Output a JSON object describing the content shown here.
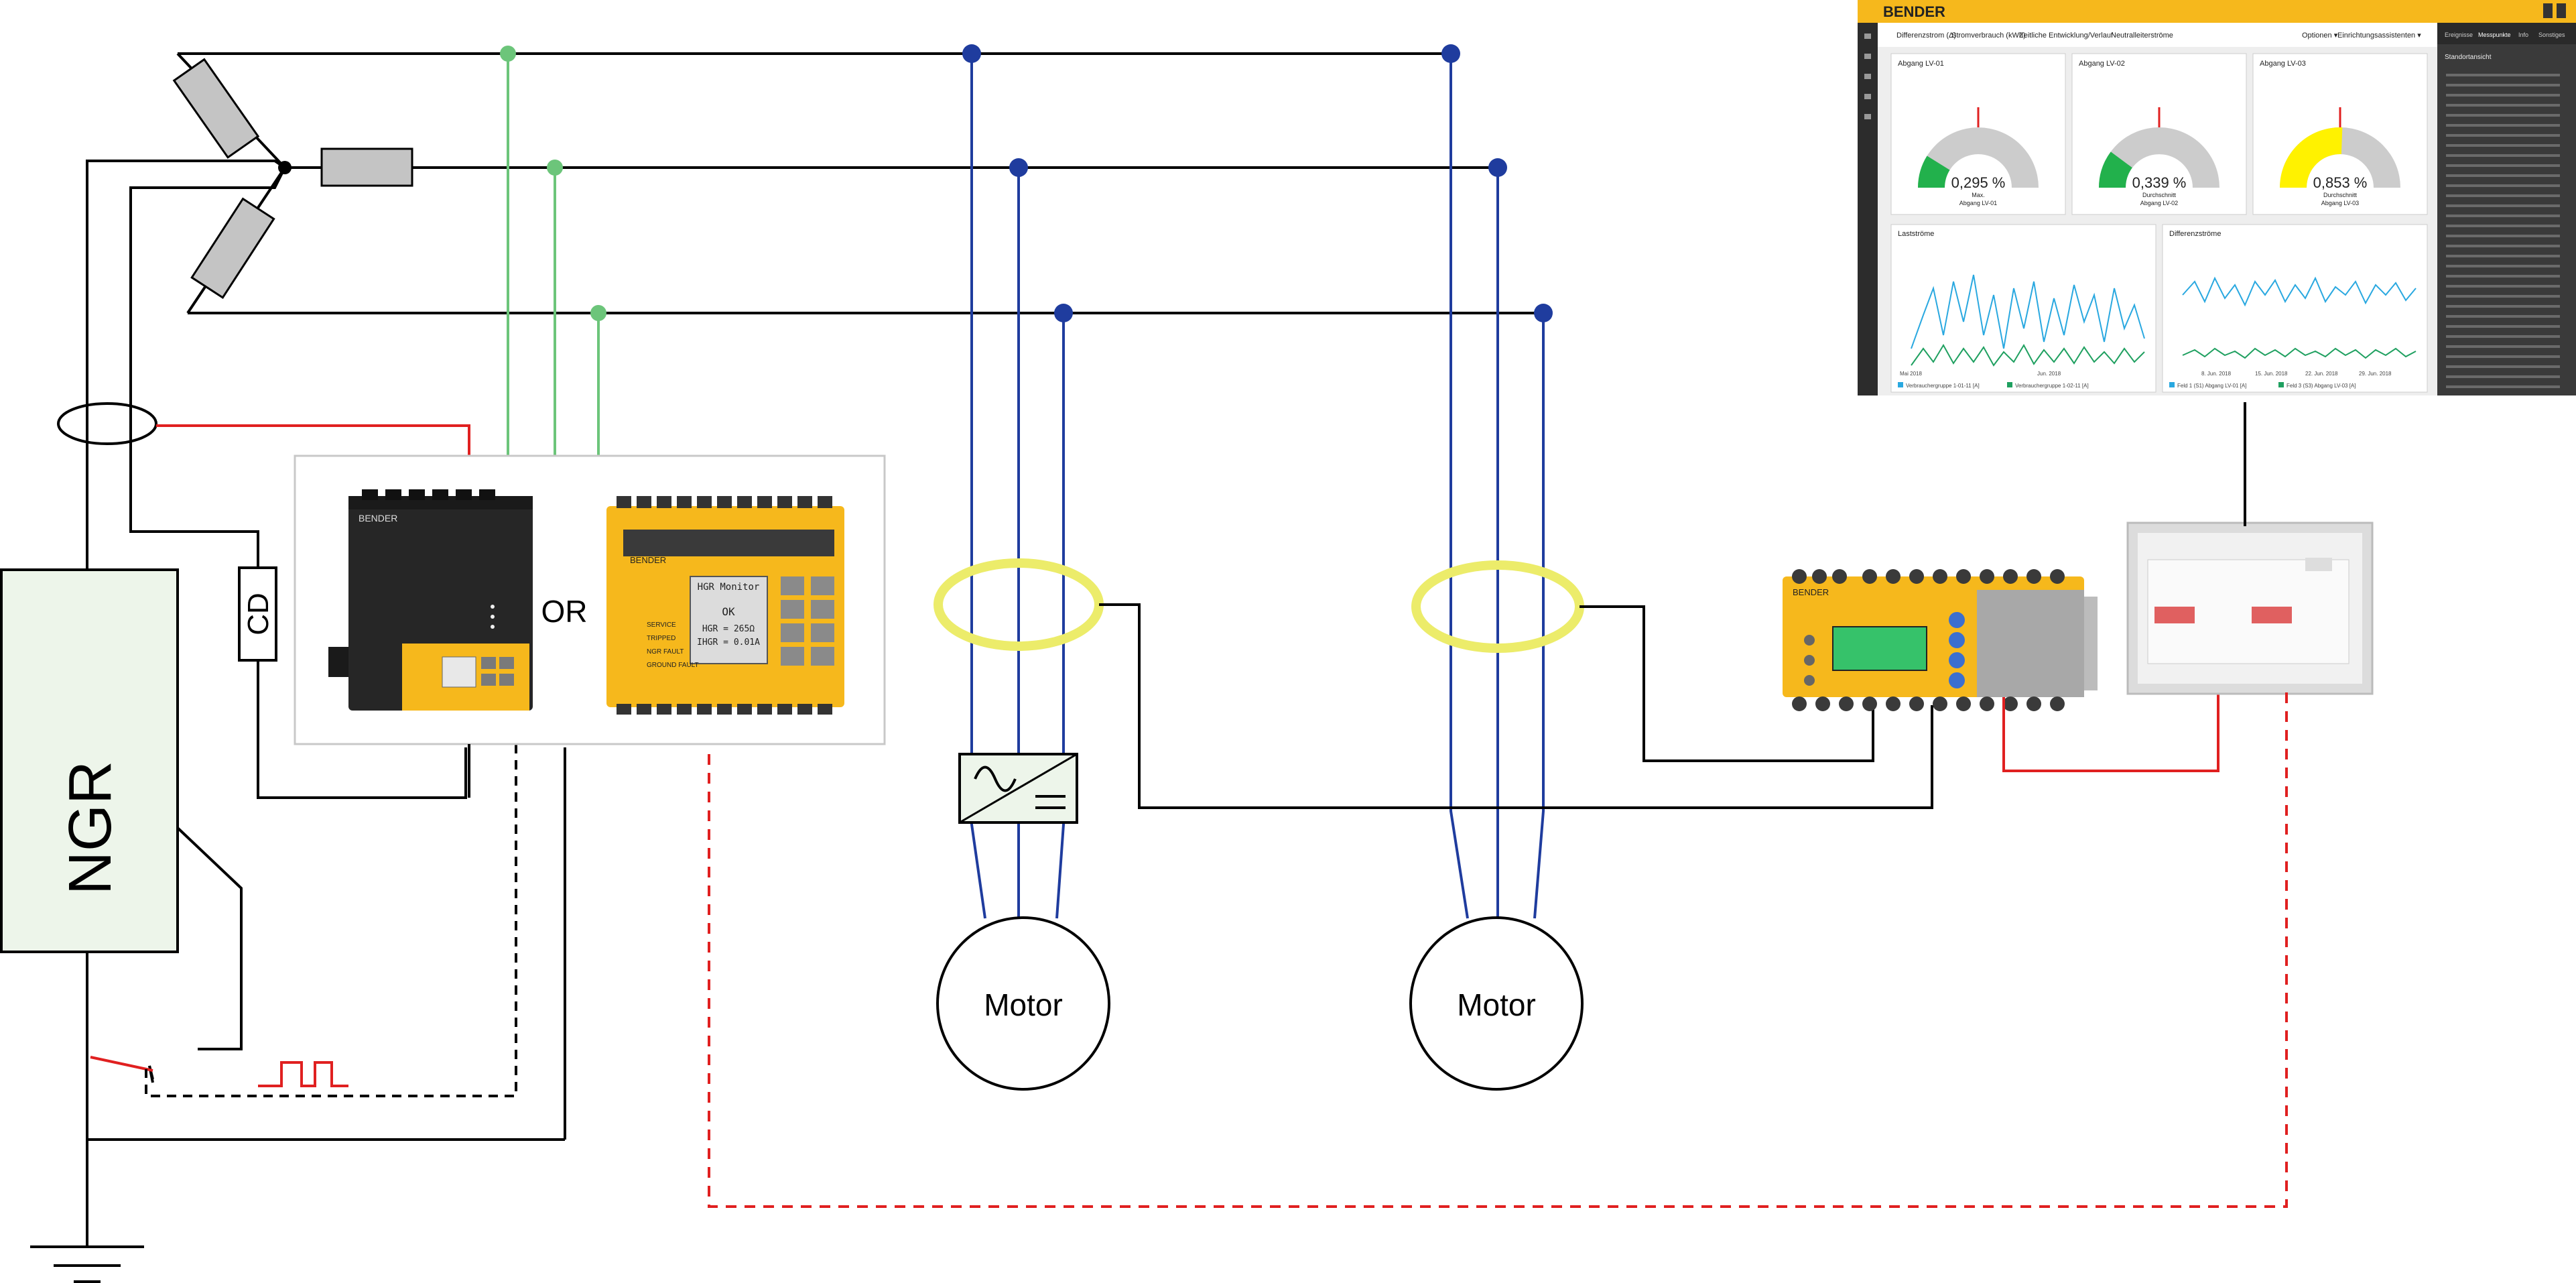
{
  "labels": {
    "ngr": "NGR",
    "cd": "CD",
    "or": "OR",
    "motor_1": "Motor",
    "motor_2": "Motor"
  },
  "devices": {
    "bender_brand": "BENDER",
    "hrg_screen": {
      "title": "HGR Monitor",
      "status": "OK",
      "line1": "HGR = 265Ω",
      "line2": "IHGR = 0.01A"
    },
    "hrg_side_labels": [
      "SERVICE",
      "TRIPPED",
      "NGR FAULT",
      "GROUND FAULT"
    ]
  },
  "dashboard": {
    "brand": "BENDER",
    "tabs": [
      "Differenzstrom (Δ)",
      "Stromverbrauch (kWh)",
      "Zeitliche Entwicklung/Verlauf",
      "Neutralleiterströme"
    ],
    "toolbar_right": [
      "Optionen ▾",
      "Einrichtungsassistenten ▾"
    ],
    "gauges": [
      {
        "title": "Abgang LV-01",
        "value_text": "0,295 %",
        "caption": "Max.",
        "caption2": "Abgang LV-01",
        "level": 0.295,
        "color": "#22b14c"
      },
      {
        "title": "Abgang LV-02",
        "value_text": "0,339 %",
        "caption": "Durchschnitt",
        "caption2": "Abgang LV-02",
        "level": 0.339,
        "color": "#22b14c"
      },
      {
        "title": "Abgang LV-03",
        "value_text": "0,853 %",
        "caption": "Durchschnitt",
        "caption2": "Abgang LV-03",
        "level": 0.853,
        "color": "#fff200"
      }
    ],
    "charts": [
      {
        "title": "Lastströme",
        "x_ticks": [
          "Mai 2018",
          "Jun. 2018"
        ],
        "legend": [
          "Verbrauchergruppe 1-01-11 [A]",
          "Verbrauchergruppe 1-02-11 [A]"
        ]
      },
      {
        "title": "Differenzströme",
        "x_ticks": [
          "8. Jun. 2018",
          "15. Jun. 2018",
          "22. Jun. 2018",
          "29. Jun. 2018"
        ],
        "legend": [
          "Feld 1 (S1) Abgang LV-01 [A]",
          "Feld 3 (S3) Abgang LV-03 [A]"
        ]
      }
    ],
    "side_tabs": [
      "Ereignisse",
      "Messpunkte",
      "Info",
      "Sonstiges"
    ],
    "side_title": "Standortansicht"
  },
  "colors": {
    "wire_black": "#000000",
    "wire_blue": "#1f3c9e",
    "wire_green": "#6cc57a",
    "wire_red": "#e02020",
    "ct_yellow": "#ecec6a",
    "ngr_fill": "#edf5ea",
    "bender_yellow": "#f6b81c"
  }
}
